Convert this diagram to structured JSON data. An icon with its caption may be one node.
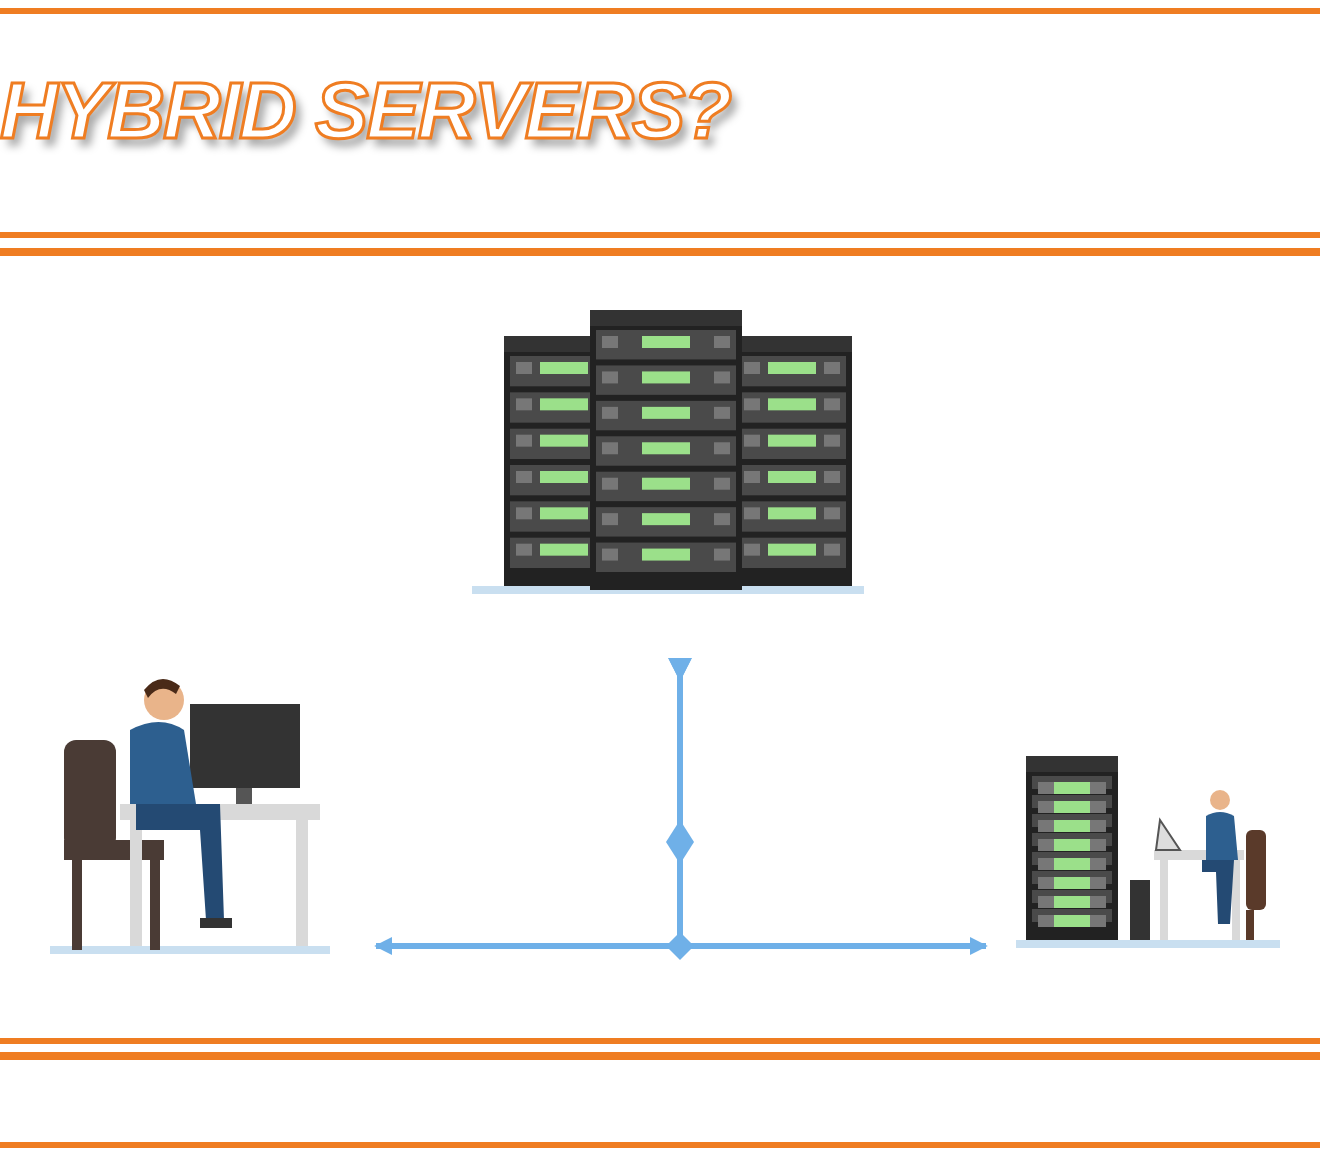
{
  "diagram": {
    "title": "HYBRID SERVERS?",
    "nodes": [
      {
        "text": [],
        "shape": "picture"
      },
      {
        "text": [],
        "shape": "picture"
      },
      {
        "text": [],
        "shape": "picture"
      }
    ],
    "edges": [
      {
        "from": 0,
        "to": 1,
        "arrow": "to"
      },
      {
        "from": 0,
        "to": 2,
        "arrow": "to"
      }
    ]
  }
}
